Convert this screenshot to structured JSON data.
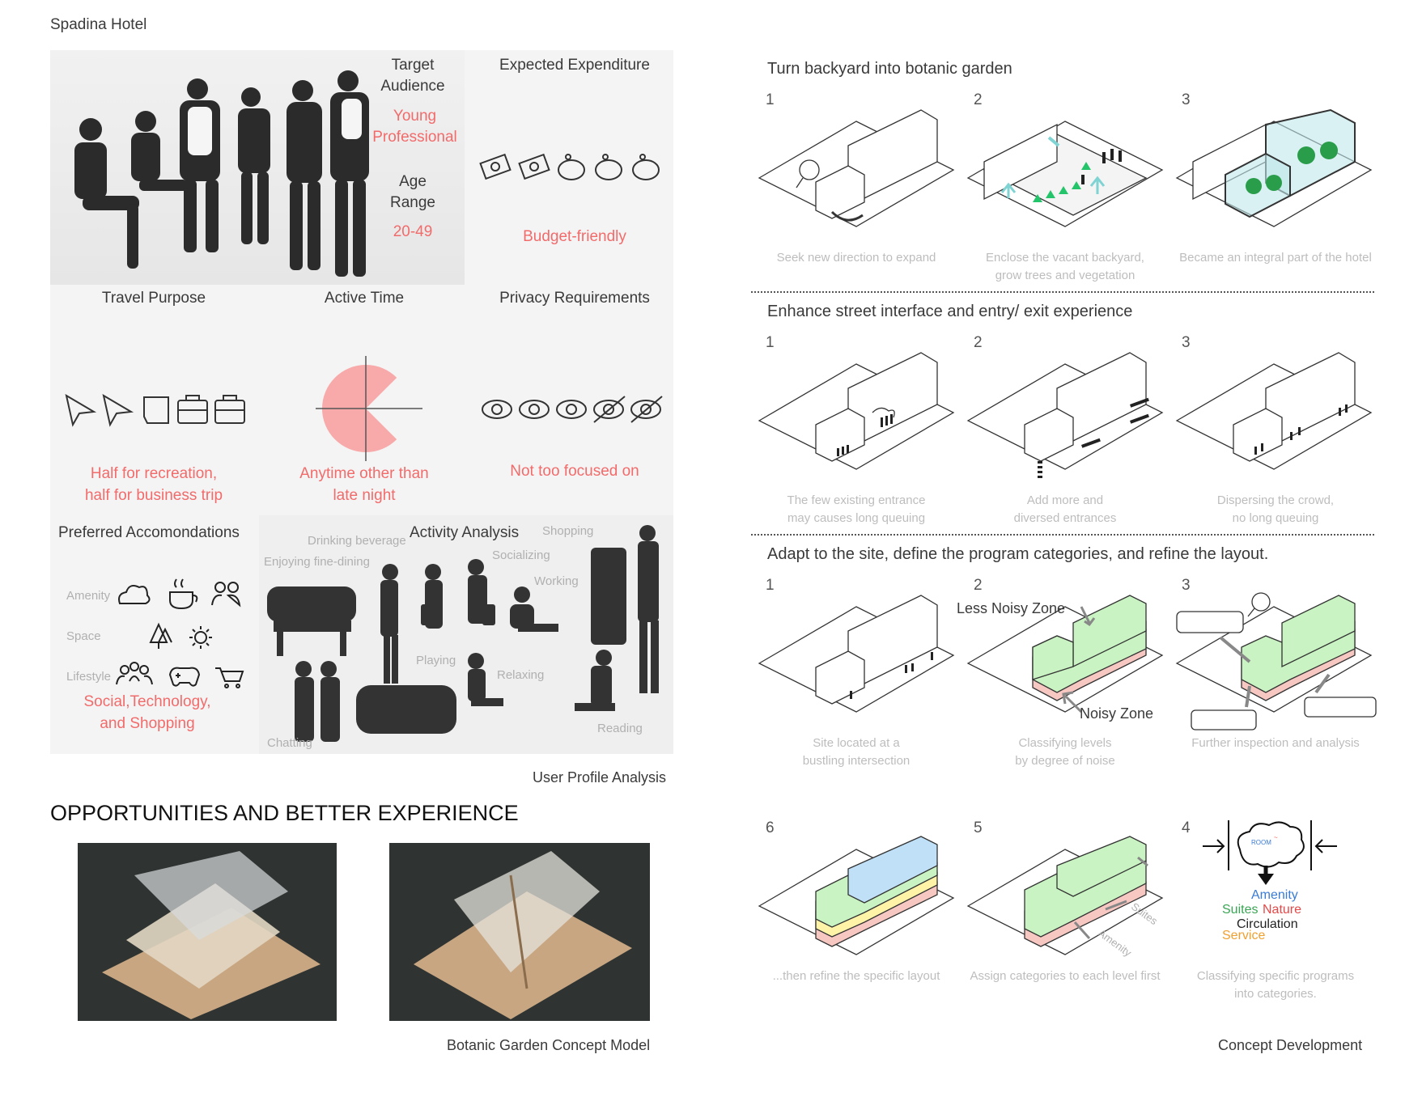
{
  "header": {
    "title": "Spadina Hotel"
  },
  "profile": {
    "target_audience_label": "Target Audience",
    "target_audience_value": "Young Professional",
    "age_label": "Age Range",
    "age_value": "20-49",
    "expected_expenditure_label": "Expected Expenditure",
    "expenditure_value": "Budget-friendly",
    "travel_purpose_label": "Travel Purpose",
    "active_time_label": "Active Time",
    "privacy_label": "Privacy Requirements",
    "travel_purpose_value_1": "Half for recreation,",
    "travel_purpose_value_2": "half for business trip",
    "active_time_value_1": "Anytime other than",
    "active_time_value_2": "late night",
    "privacy_value": "Not too focused on",
    "preferred_label": "Preferred Accomondations",
    "pref_rows": [
      "Amenity",
      "Space",
      "Lifestyle"
    ],
    "pref_value_1": "Social,Technology,",
    "pref_value_2": "and Shopping",
    "activity_title": "Activity Analysis",
    "activity_labels": [
      "Drinking beverage",
      "Enjoying fine-dining",
      "Shopping",
      "Socializing",
      "Working",
      "Playing",
      "Relaxing",
      "Chatting",
      "Reading"
    ],
    "caption": "User Profile Analysis",
    "active_time_fraction": 0.75,
    "expenditure_level": "2 of 5 money icons"
  },
  "opportunities": {
    "heading": "OPPORTUNITIES AND BETTER EXPERIENCE",
    "caption": "Botanic Garden Concept Model"
  },
  "concept": {
    "section1": {
      "title": "Turn backyard into botanic garden",
      "steps": [
        "1",
        "2",
        "3"
      ],
      "captions": [
        "Seek new direction to expand",
        "Enclose the vacant backyard,",
        "grow trees and vegetation",
        "Became an integral part of the hotel"
      ]
    },
    "section2": {
      "title": "Enhance street interface and entry/ exit experience",
      "steps": [
        "1",
        "2",
        "3"
      ],
      "captions": [
        "The few existing entrance",
        "may causes long queuing",
        "Add more and",
        "diversed entrances",
        "Dispersing the crowd,",
        "no long queuing"
      ]
    },
    "section3": {
      "title": "Adapt to the site, define the program categories, and refine the layout.",
      "steps": [
        "1",
        "2",
        "3"
      ],
      "zone_less": "Less Noisy Zone",
      "zone_noisy": "Noisy Zone",
      "captions": [
        "Site located at a",
        "bustling intersection",
        "Classifying levels",
        "by degree of noise",
        "Further inspection and analysis"
      ]
    },
    "section4": {
      "steps": [
        "6",
        "5",
        "4"
      ],
      "labels": [
        "Suites",
        "Amenity"
      ],
      "cloud_labels": [
        "Amenity",
        "Suites",
        "Nature",
        "Circulation",
        "Service"
      ],
      "captions": [
        "...then refine the specific layout",
        "Assign categories to each level first",
        "Classifying specific programs",
        "into categories."
      ]
    },
    "caption": "Concept Development"
  },
  "colors": {
    "accent_pink": "#f26b6b",
    "teal": "#8fd3d3",
    "green": "#c9f3c2",
    "salmon": "#f7c7c2"
  }
}
